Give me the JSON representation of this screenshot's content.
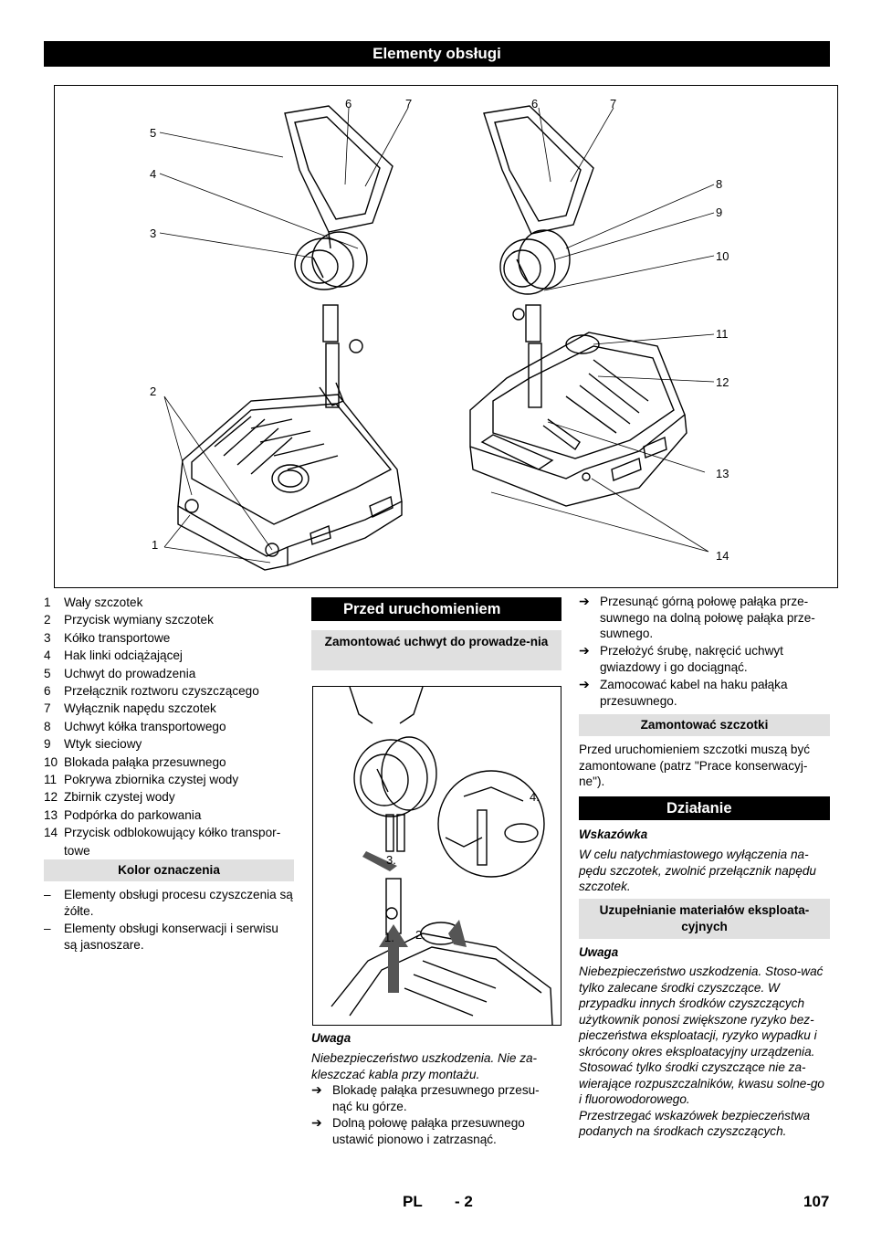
{
  "page": {
    "main_title": "Elementy obsługi",
    "legend": [
      {
        "num": "1",
        "text": "Wały szczotek"
      },
      {
        "num": "2",
        "text": "Przycisk wymiany szczotek"
      },
      {
        "num": "3",
        "text": "Kółko transportowe"
      },
      {
        "num": "4",
        "text": "Hak linki odciążającej"
      },
      {
        "num": "5",
        "text": "Uchwyt do prowadzenia"
      },
      {
        "num": "6",
        "text": "Przełącznik roztworu czyszczącego"
      },
      {
        "num": "7",
        "text": "Wyłącznik napędu szczotek"
      },
      {
        "num": "8",
        "text": "Uchwyt kółka transportowego"
      },
      {
        "num": "9",
        "text": "Wtyk sieciowy"
      },
      {
        "num": "10",
        "text": "Blokada pałąka przesuwnego"
      },
      {
        "num": "11",
        "text": "Pokrywa zbiornika czystej wody"
      },
      {
        "num": "12",
        "text": "Zbirnik czystej wody"
      },
      {
        "num": "13",
        "text": "Podpórka do parkowania"
      },
      {
        "num": "14",
        "text": "Przycisk odblokowujący kółko transpor-towe"
      }
    ],
    "color_title": "Kolor oznaczenia",
    "color_items": [
      "Elementy obsługi procesu czyszczenia są żółte.",
      "Elementy obsługi konserwacji i serwisu są jasnoszare."
    ],
    "before_title": "Przed uruchomieniem",
    "mount_handle_title": "Zamontować uchwyt do prowadze-nia",
    "fig2_labels": {
      "s1": "1.",
      "s2": "2.",
      "s3": "3.",
      "s4": "4."
    },
    "note1_heading": "Uwaga",
    "note1_text": "Niebezpieczeństwo uszkodzenia. Nie za-kleszczać kabla przy montażu.",
    "steps_mid": [
      "Blokadę pałąka przesuwnego przesu-nąć ku górze.",
      "Dolną połowę pałąka przesuwnego ustawić pionowo i zatrzasnąć."
    ],
    "steps_right": [
      "Przesunąć górną połowę pałąka prze-suwnego na dolną połowę pałąka prze-suwnego.",
      "Przełożyć śrubę, nakręcić uchwyt gwiazdowy i go dociągnąć.",
      "Zamocować kabel na haku pałąka przesuwnego."
    ],
    "brushes_title": "Zamontować szczotki",
    "brushes_text": "Przed uruchomieniem szczotki muszą być zamontowane (patrz \"Prace konserwacyj-ne\").",
    "operation_title": "Działanie",
    "hint_heading": "Wskazówka",
    "hint_text": "W celu natychmiastowego wyłączenia na-pędu szczotek, zwolnić przełącznik napędu szczotek.",
    "refill_title": "Uzupełnianie materiałów eksploata-cyjnych",
    "note2_heading": "Uwaga",
    "note2_text": "Niebezpieczeństwo uszkodzenia. Stoso-wać tylko zalecane środki czyszczące. W przypadku innych środków czyszczących użytkownik ponosi zwiększone ryzyko bez-pieczeństwa eksploatacji, ryzyko wypadku i skrócony okres eksploatacyjny urządzenia. Stosować tylko środki czyszczące nie za-wierające rozpuszczalników, kwasu solne-go i fluorowodorowego.\nPrzestrzegać wskazówek bezpieczeństwa podanych na środkach czyszczących.",
    "footer": {
      "lang": "PL",
      "section": "- 2",
      "page_num": "107"
    },
    "callouts_left": {
      "c1": "1",
      "c2": "2",
      "c3": "3",
      "c4": "4",
      "c5": "5",
      "c6": "6",
      "c7": "7"
    },
    "callouts_right": {
      "c6": "6",
      "c7": "7",
      "c8": "8",
      "c9": "9",
      "c10": "10",
      "c11": "11",
      "c12": "12",
      "c13": "13",
      "c14": "14"
    }
  }
}
